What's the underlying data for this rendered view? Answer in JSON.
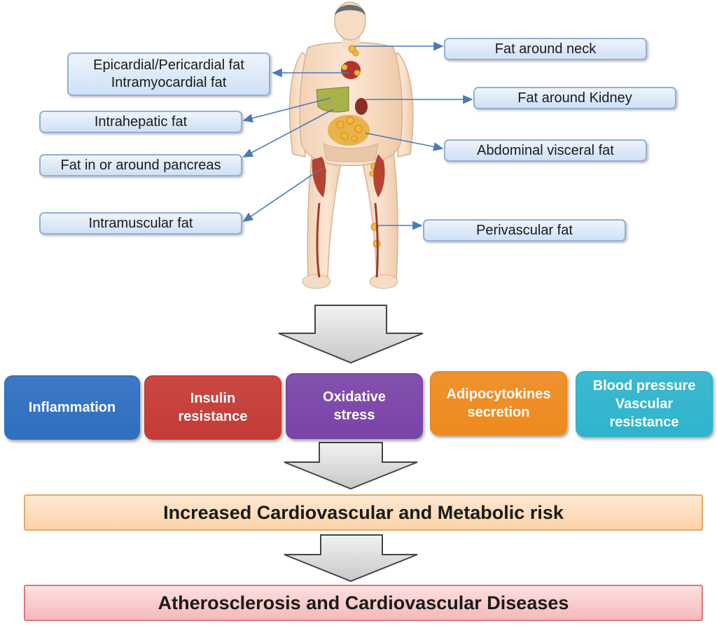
{
  "fat_depots": {
    "neck": "Fat around neck",
    "epicardial": "Epicardial/Pericardial fat\nIntramyocardial fat",
    "kidney": "Fat around Kidney",
    "intrahepatic": "Intrahepatic fat",
    "abdominal": "Abdominal visceral fat",
    "pancreas": "Fat in or around pancreas",
    "intramuscular": "Intramuscular fat",
    "perivascular": "Perivascular fat"
  },
  "mechanisms": [
    {
      "label": "Inflammation",
      "color": "#2f6fc0"
    },
    {
      "label": "Insulin\nresistance",
      "color": "#c53b35"
    },
    {
      "label": "Oxidative\nstress",
      "color": "#7a44a8"
    },
    {
      "label": "Adipocytokines\nsecretion",
      "color": "#ee8a1f"
    },
    {
      "label": "Blood pressure\nVascular\nresistance",
      "color": "#2fb4cd"
    }
  ],
  "outcomes": {
    "risk": "Increased Cardiovascular and Metabolic risk",
    "disease": "Atherosclerosis and Cardiovascular Diseases"
  },
  "colors": {
    "risk_band": "#fbd3a8",
    "disease_band": "#f7b9b9",
    "arrow_fill": "#d9d9d9",
    "connector": "#4a7ab8"
  }
}
